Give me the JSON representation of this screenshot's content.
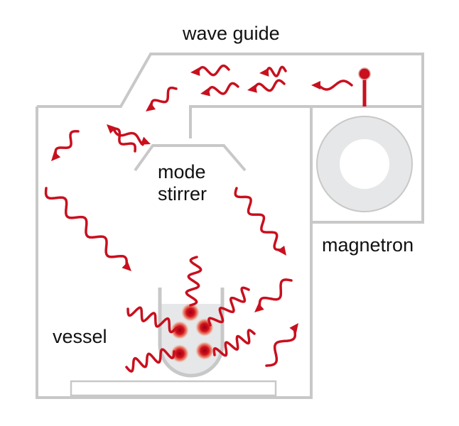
{
  "labels": {
    "wave_guide": "wave guide",
    "mode_stirrer_line1": "mode",
    "mode_stirrer_line2": "stirrer",
    "magnetron": "magnetron",
    "vessel": "vessel"
  },
  "colors": {
    "outline": "#c8c8c8",
    "wave": "#c8101e",
    "fill": "#e6e7e8"
  }
}
